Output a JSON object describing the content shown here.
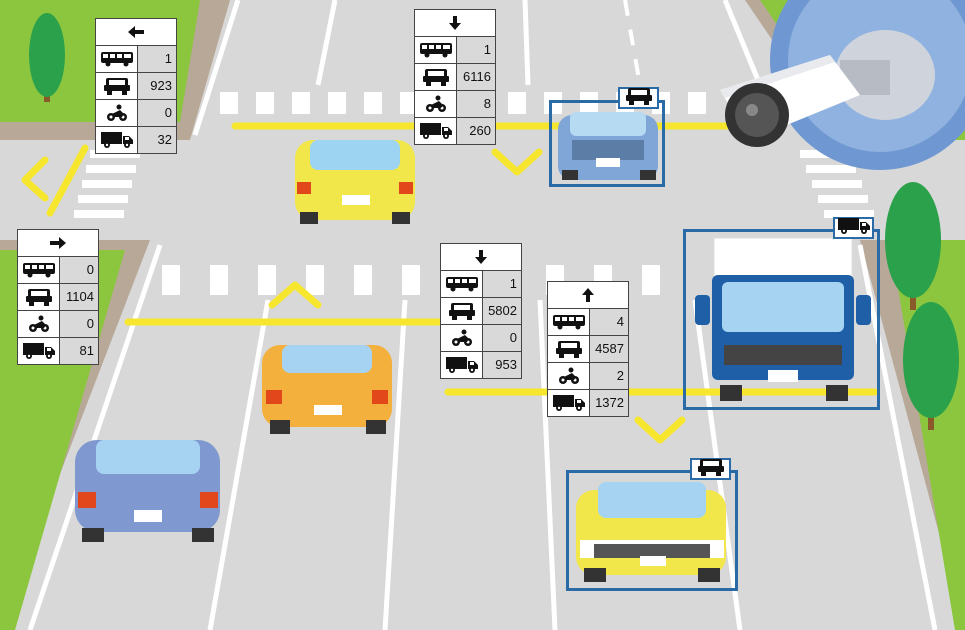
{
  "colors": {
    "road": "#d8d8d8",
    "grass": "#8cc63f",
    "sidewalk": "#b7a898",
    "yellow_line": "#f7e62e",
    "detect_box": "#2a6aa6",
    "cell_value_bg": "#d9d9d9"
  },
  "count_panels": [
    {
      "id": "top-left",
      "direction_icon": "arrow-left-icon",
      "rows": [
        {
          "icon": "bus-icon",
          "value": "1"
        },
        {
          "icon": "car-icon",
          "value": "923"
        },
        {
          "icon": "motorbike-icon",
          "value": "0"
        },
        {
          "icon": "truck-icon",
          "value": "32"
        }
      ]
    },
    {
      "id": "top-center",
      "direction_icon": "arrow-down-icon",
      "rows": [
        {
          "icon": "bus-icon",
          "value": "1"
        },
        {
          "icon": "car-icon",
          "value": "6116"
        },
        {
          "icon": "motorbike-icon",
          "value": "8"
        },
        {
          "icon": "truck-icon",
          "value": "260"
        }
      ]
    },
    {
      "id": "left",
      "direction_icon": "arrow-right-icon",
      "rows": [
        {
          "icon": "bus-icon",
          "value": "0"
        },
        {
          "icon": "car-icon",
          "value": "1104"
        },
        {
          "icon": "motorbike-icon",
          "value": "0"
        },
        {
          "icon": "truck-icon",
          "value": "81"
        }
      ]
    },
    {
      "id": "center",
      "direction_icon": "arrow-down-icon",
      "rows": [
        {
          "icon": "bus-icon",
          "value": "1"
        },
        {
          "icon": "car-icon",
          "value": "5802"
        },
        {
          "icon": "motorbike-icon",
          "value": "0"
        },
        {
          "icon": "truck-icon",
          "value": "953"
        }
      ]
    },
    {
      "id": "center-right",
      "direction_icon": "arrow-up-icon",
      "rows": [
        {
          "icon": "bus-icon",
          "value": "4"
        },
        {
          "icon": "car-icon",
          "value": "4587"
        },
        {
          "icon": "motorbike-icon",
          "value": "2"
        },
        {
          "icon": "truck-icon",
          "value": "1372"
        }
      ]
    }
  ],
  "detections": [
    {
      "id": "blue-car",
      "tag_icon": "car-icon"
    },
    {
      "id": "truck",
      "tag_icon": "truck-icon"
    },
    {
      "id": "yellow-car",
      "tag_icon": "car-icon"
    }
  ]
}
